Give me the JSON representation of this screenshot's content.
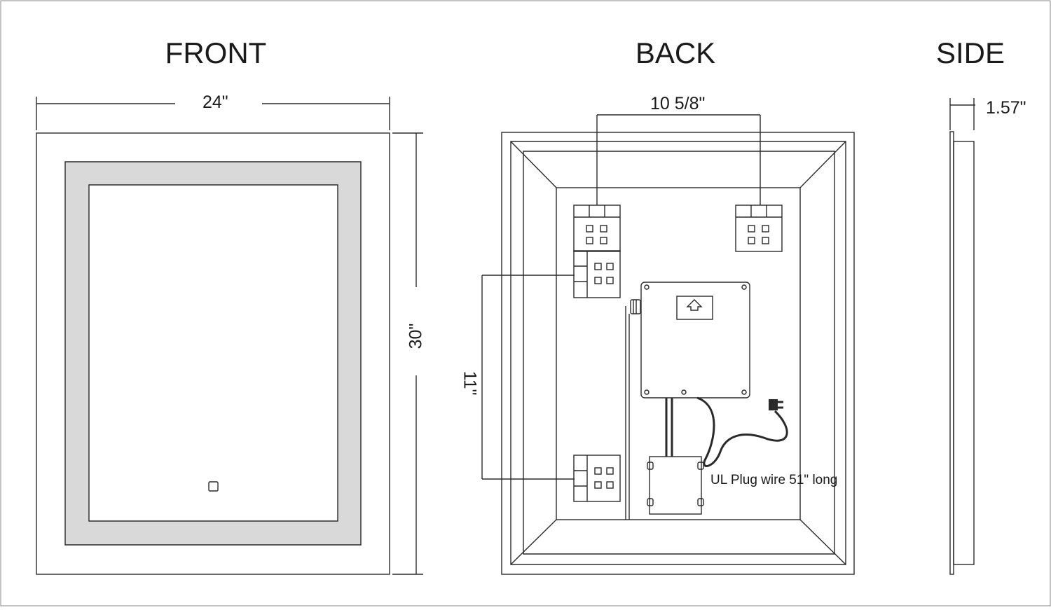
{
  "views": {
    "front": {
      "heading": "FRONT",
      "width_label": "24\"",
      "height_label": "30\""
    },
    "back": {
      "heading": "BACK",
      "bracket_spacing_label": "10 5/8\"",
      "vertical_spacing_label": "11\"",
      "plug_note": "UL Plug wire 51\" long"
    },
    "side": {
      "heading": "SIDE",
      "depth_label": "1.57\""
    }
  },
  "colors": {
    "line": "#2a2a2a",
    "led_band": "#d9d9d9",
    "background": "#ffffff"
  },
  "icons": [
    "touch-switch-icon",
    "mounting-bracket-icon",
    "driver-box-icon",
    "arrow-up-icon",
    "plug-icon",
    "cable-gland-icon",
    "junction-box-icon"
  ]
}
